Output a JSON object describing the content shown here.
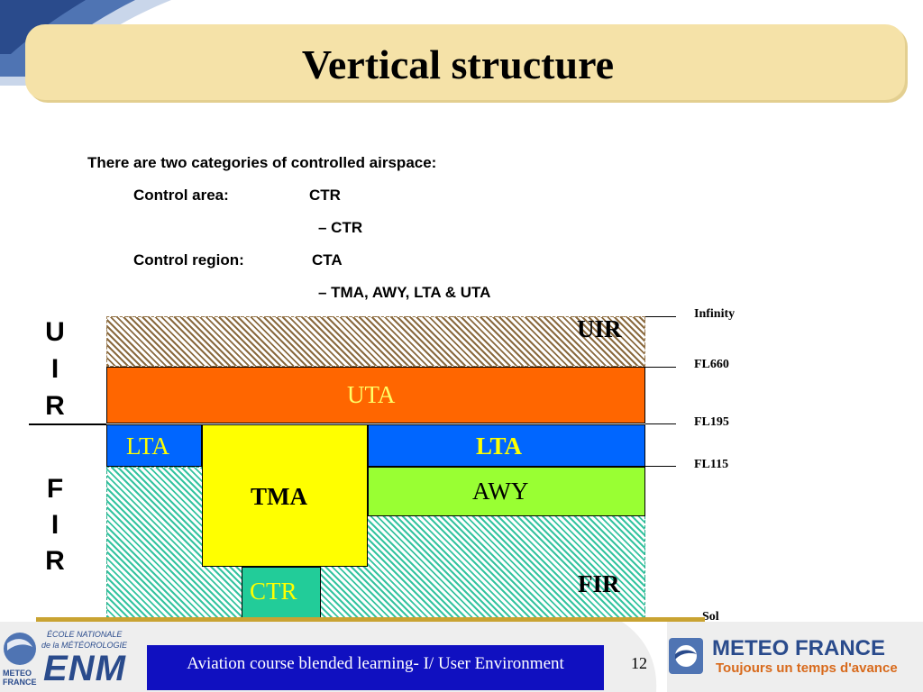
{
  "slide": {
    "title": "Vertical structure",
    "page_number": "12",
    "footer_caption": "Aviation course blended learning- I/ User Environment"
  },
  "intro": {
    "heading": "There are two categories of controlled airspace:",
    "lines": [
      {
        "label": "Control area:",
        "value": "CTR"
      },
      {
        "label": "",
        "value": "–  CTR"
      },
      {
        "label": "Control region:",
        "value": "CTA"
      },
      {
        "label": "",
        "value": "– TMA, AWY, LTA & UTA"
      }
    ]
  },
  "diagram": {
    "left_stack_upper": [
      "U",
      "I",
      "R"
    ],
    "left_stack_lower": [
      "F",
      "I",
      "R"
    ],
    "zones": {
      "uir": "UIR",
      "uta": "UTA",
      "lta_left": "LTA",
      "lta_right": "LTA",
      "tma": "TMA",
      "awy": "AWY",
      "ctr": "CTR",
      "fir": "FIR"
    },
    "levels": [
      "Infinity",
      "FL660",
      "FL195",
      "FL115",
      "Sol"
    ],
    "colors": {
      "uta": "#ff6600",
      "lta": "#0066ff",
      "tma": "#ffff00",
      "awy": "#99ff33",
      "ctr": "#22cc99",
      "uir_hatch": "#8a6a3f",
      "fir_hatch": "#35c4a0"
    }
  },
  "logos": {
    "enm": {
      "line1": "ÉCOLE NATIONALE",
      "line2": "de la MÉTÉOROLOGIE",
      "mark": "ENM",
      "meteo": "METEO",
      "france": "FRANCE"
    },
    "meteo_france": {
      "brand": "METEO FRANCE",
      "tagline": "Toujours un temps d'avance"
    }
  }
}
